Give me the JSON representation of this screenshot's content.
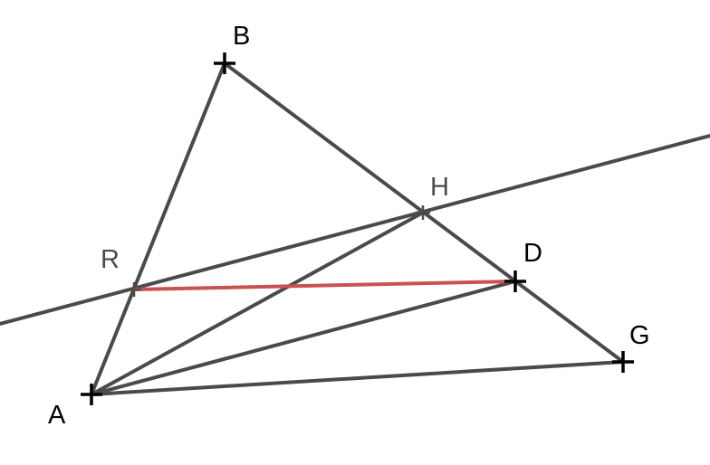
{
  "diagram": {
    "colors": {
      "line": "#4a4a4a",
      "accent": "#c9524f",
      "point": "#000000",
      "background": "#ffffff"
    },
    "points": [
      {
        "id": "A",
        "label": "A",
        "marker": "point-marker"
      },
      {
        "id": "B",
        "label": "B",
        "marker": "point-marker"
      },
      {
        "id": "D",
        "label": "D",
        "marker": "point-marker"
      },
      {
        "id": "G",
        "label": "G",
        "marker": "point-marker"
      },
      {
        "id": "H",
        "label": "H",
        "marker": "intersection-marker"
      },
      {
        "id": "R",
        "label": "R",
        "marker": "intersection-marker"
      }
    ],
    "segments": [
      {
        "from": "A",
        "to": "B"
      },
      {
        "from": "B",
        "to": "G"
      },
      {
        "from": "A",
        "to": "G"
      },
      {
        "from": "A",
        "to": "H"
      },
      {
        "from": "A",
        "to": "D"
      },
      {
        "from": "R",
        "to": "D",
        "highlight": true
      }
    ],
    "lines": [
      {
        "through": [
          "R",
          "H"
        ]
      }
    ]
  }
}
